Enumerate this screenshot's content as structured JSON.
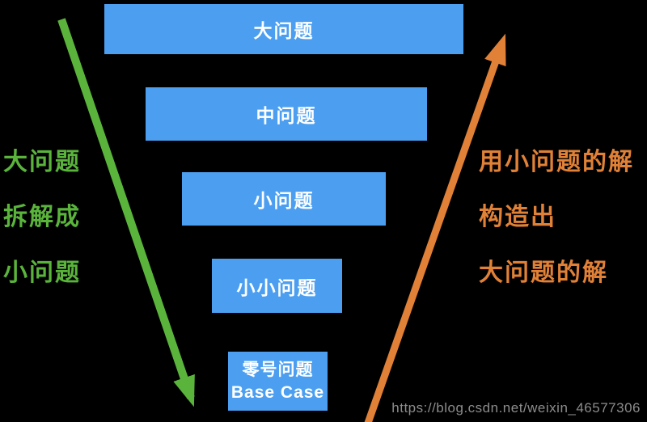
{
  "diagram_title": "recursion-funnel",
  "colors": {
    "background": "#000000",
    "bar": "#4C9FF0",
    "bar_text": "#FFFFFF",
    "decompose_green": "#5AB43C",
    "construct_orange": "#E08137",
    "watermark_gray": "#8C8C8C"
  },
  "funnel": {
    "levels": [
      {
        "label": "大问题"
      },
      {
        "label": "中问题"
      },
      {
        "label": "小问题"
      },
      {
        "label": "小小问题"
      },
      {
        "label": "零号问题",
        "sublabel": "Base Case"
      }
    ]
  },
  "left_annotation": {
    "lines": [
      "大问题",
      "拆解成",
      "小问题"
    ]
  },
  "right_annotation": {
    "lines": [
      "用小问题的解",
      "构造出",
      "大问题的解"
    ]
  },
  "arrows": {
    "down_arrow": "decompose-into-smaller-problems",
    "up_arrow": "construct-solution-upward"
  },
  "watermark": {
    "text": "https://blog.csdn.net/weixin_46577306"
  }
}
